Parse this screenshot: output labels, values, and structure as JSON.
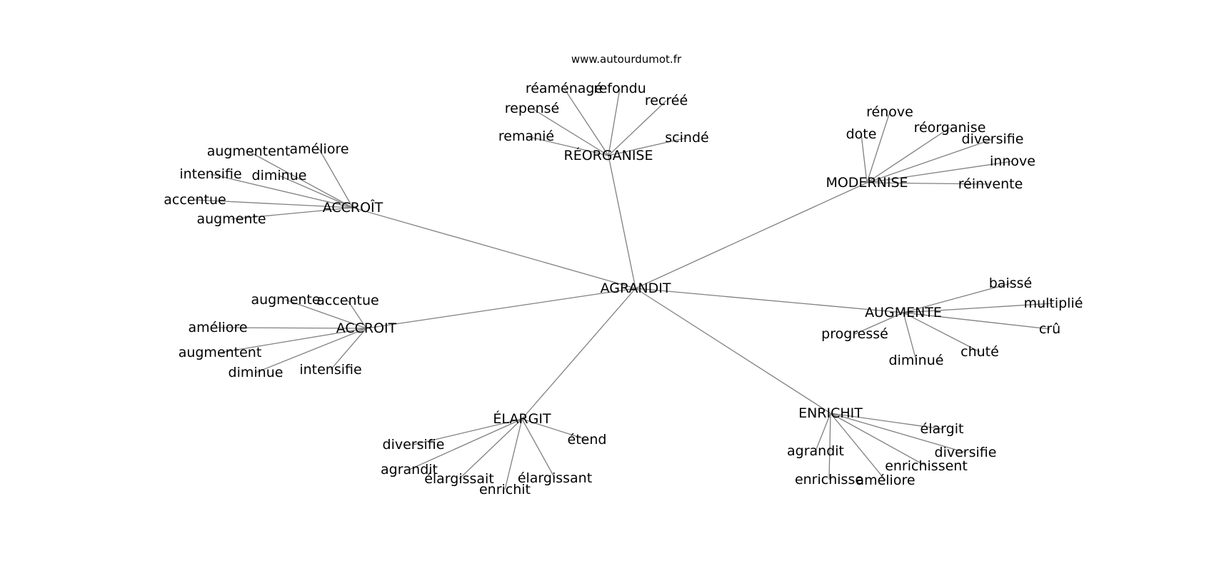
{
  "source": "www.autourdumot.fr",
  "graph": {
    "root": "AGRANDIT",
    "hubs": [
      {
        "id": "h0",
        "label": "RÉORGANISE",
        "words": [
          "réaménagé",
          "refondu",
          "repensé",
          "recréé",
          "remanié",
          "scindé"
        ]
      },
      {
        "id": "h1",
        "label": "MODERNISE",
        "words": [
          "rénove",
          "dote",
          "réorganise",
          "diversifie",
          "innove",
          "réinvente"
        ]
      },
      {
        "id": "h2",
        "label": "ACCROÎT",
        "words": [
          "augmentent",
          "améliore",
          "intensifie",
          "diminue",
          "accentue",
          "augmente"
        ]
      },
      {
        "id": "h3",
        "label": "ACCROIT",
        "words": [
          "augmente",
          "accentue",
          "améliore",
          "augmentent",
          "diminue",
          "intensifie"
        ]
      },
      {
        "id": "h4",
        "label": "AUGMENTE",
        "words": [
          "baissé",
          "multiplié",
          "crû",
          "progressé",
          "chuté",
          "diminué"
        ]
      },
      {
        "id": "h5",
        "label": "ÉLARGIT",
        "words": [
          "diversifie",
          "étend",
          "agrandit",
          "élargissait",
          "élargissant",
          "enrichit"
        ]
      },
      {
        "id": "h6",
        "label": "ENRICHIT",
        "words": [
          "élargit",
          "agrandit",
          "diversifie",
          "enrichissent",
          "enrichisse",
          "améliore"
        ]
      }
    ]
  }
}
